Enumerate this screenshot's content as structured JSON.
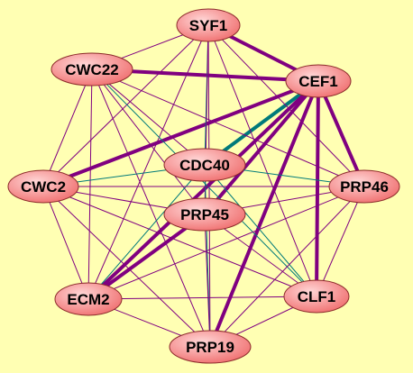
{
  "diagram": {
    "colors": {
      "background": "#FFFFB3",
      "node_fill_light": "#FFD6D6",
      "node_fill_dark": "#F07070",
      "node_stroke": "#8B2A2A",
      "edge_purple": "#800080",
      "edge_teal": "#007A7A"
    },
    "nodes": [
      {
        "id": "SYF1",
        "label": "SYF1"
      },
      {
        "id": "CEF1",
        "label": "CEF1"
      },
      {
        "id": "CWC22",
        "label": "CWC22"
      },
      {
        "id": "CDC40",
        "label": "CDC40"
      },
      {
        "id": "CWC2",
        "label": "CWC2"
      },
      {
        "id": "PRP46",
        "label": "PRP46"
      },
      {
        "id": "PRP45",
        "label": "PRP45"
      },
      {
        "id": "ECM2",
        "label": "ECM2"
      },
      {
        "id": "CLF1",
        "label": "CLF1"
      },
      {
        "id": "PRP19",
        "label": "PRP19"
      }
    ],
    "edges": [
      {
        "from": "CEF1",
        "to": "SYF1",
        "color": "purple",
        "weight": "heavy"
      },
      {
        "from": "CEF1",
        "to": "CWC22",
        "color": "purple",
        "weight": "heavy"
      },
      {
        "from": "CEF1",
        "to": "CWC2",
        "color": "purple",
        "weight": "heavy"
      },
      {
        "from": "CEF1",
        "to": "CDC40",
        "color": "teal",
        "weight": "heavy"
      },
      {
        "from": "CEF1",
        "to": "PRP45",
        "color": "purple",
        "weight": "heavy"
      },
      {
        "from": "CEF1",
        "to": "PRP46",
        "color": "purple",
        "weight": "heavy"
      },
      {
        "from": "CEF1",
        "to": "CLF1",
        "color": "purple",
        "weight": "heavy"
      },
      {
        "from": "CEF1",
        "to": "PRP19",
        "color": "purple",
        "weight": "heavy"
      },
      {
        "from": "CEF1",
        "to": "ECM2",
        "color": "purple",
        "weight": "heavy"
      },
      {
        "from": "SYF1",
        "to": "CWC22",
        "color": "purple",
        "weight": "thin"
      },
      {
        "from": "SYF1",
        "to": "CDC40",
        "color": "teal",
        "weight": "thin"
      },
      {
        "from": "SYF1",
        "to": "CWC2",
        "color": "purple",
        "weight": "thin"
      },
      {
        "from": "SYF1",
        "to": "PRP46",
        "color": "purple",
        "weight": "thin"
      },
      {
        "from": "SYF1",
        "to": "PRP45",
        "color": "purple",
        "weight": "thin"
      },
      {
        "from": "SYF1",
        "to": "ECM2",
        "color": "purple",
        "weight": "thin"
      },
      {
        "from": "SYF1",
        "to": "CLF1",
        "color": "purple",
        "weight": "thin"
      },
      {
        "from": "SYF1",
        "to": "PRP19",
        "color": "purple",
        "weight": "thin"
      },
      {
        "from": "CWC22",
        "to": "CDC40",
        "color": "purple",
        "weight": "thin"
      },
      {
        "from": "CWC22",
        "to": "CWC2",
        "color": "purple",
        "weight": "thin"
      },
      {
        "from": "CWC22",
        "to": "PRP46",
        "color": "purple",
        "weight": "thin"
      },
      {
        "from": "CWC22",
        "to": "PRP45",
        "color": "purple",
        "weight": "thin"
      },
      {
        "from": "CWC22",
        "to": "ECM2",
        "color": "purple",
        "weight": "thin"
      },
      {
        "from": "CWC22",
        "to": "CLF1",
        "color": "teal",
        "weight": "thin"
      },
      {
        "from": "CWC22",
        "to": "PRP19",
        "color": "purple",
        "weight": "thin"
      },
      {
        "from": "CDC40",
        "to": "CWC2",
        "color": "teal",
        "weight": "thin"
      },
      {
        "from": "CDC40",
        "to": "PRP46",
        "color": "teal",
        "weight": "thin"
      },
      {
        "from": "CDC40",
        "to": "ECM2",
        "color": "teal",
        "weight": "thin"
      },
      {
        "from": "CDC40",
        "to": "CLF1",
        "color": "teal",
        "weight": "thin"
      },
      {
        "from": "CDC40",
        "to": "PRP19",
        "color": "teal",
        "weight": "thin"
      },
      {
        "from": "CWC2",
        "to": "PRP46",
        "color": "purple",
        "weight": "thin"
      },
      {
        "from": "CWC2",
        "to": "PRP45",
        "color": "purple",
        "weight": "thin"
      },
      {
        "from": "CWC2",
        "to": "ECM2",
        "color": "purple",
        "weight": "thin"
      },
      {
        "from": "CWC2",
        "to": "CLF1",
        "color": "purple",
        "weight": "thin"
      },
      {
        "from": "CWC2",
        "to": "PRP19",
        "color": "purple",
        "weight": "thin"
      },
      {
        "from": "PRP46",
        "to": "PRP45",
        "color": "purple",
        "weight": "thin"
      },
      {
        "from": "PRP46",
        "to": "ECM2",
        "color": "purple",
        "weight": "thin"
      },
      {
        "from": "PRP46",
        "to": "CLF1",
        "color": "purple",
        "weight": "thin"
      },
      {
        "from": "PRP46",
        "to": "PRP19",
        "color": "purple",
        "weight": "thin"
      },
      {
        "from": "PRP45",
        "to": "ECM2",
        "color": "purple",
        "weight": "heavy"
      },
      {
        "from": "PRP45",
        "to": "CLF1",
        "color": "purple",
        "weight": "thin"
      },
      {
        "from": "PRP45",
        "to": "PRP19",
        "color": "purple",
        "weight": "thin"
      },
      {
        "from": "ECM2",
        "to": "CLF1",
        "color": "purple",
        "weight": "thin"
      },
      {
        "from": "ECM2",
        "to": "PRP19",
        "color": "purple",
        "weight": "thin"
      },
      {
        "from": "CLF1",
        "to": "PRP19",
        "color": "purple",
        "weight": "thin"
      }
    ]
  }
}
